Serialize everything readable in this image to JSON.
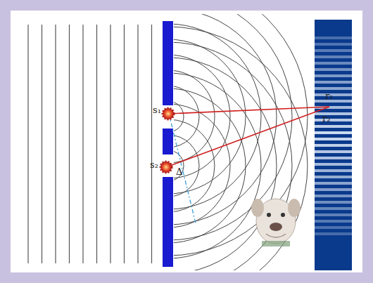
{
  "diagram": {
    "labels": [
      "s₁",
      "s₂",
      "r₁",
      "r₂",
      "Δ"
    ]
  }
}
